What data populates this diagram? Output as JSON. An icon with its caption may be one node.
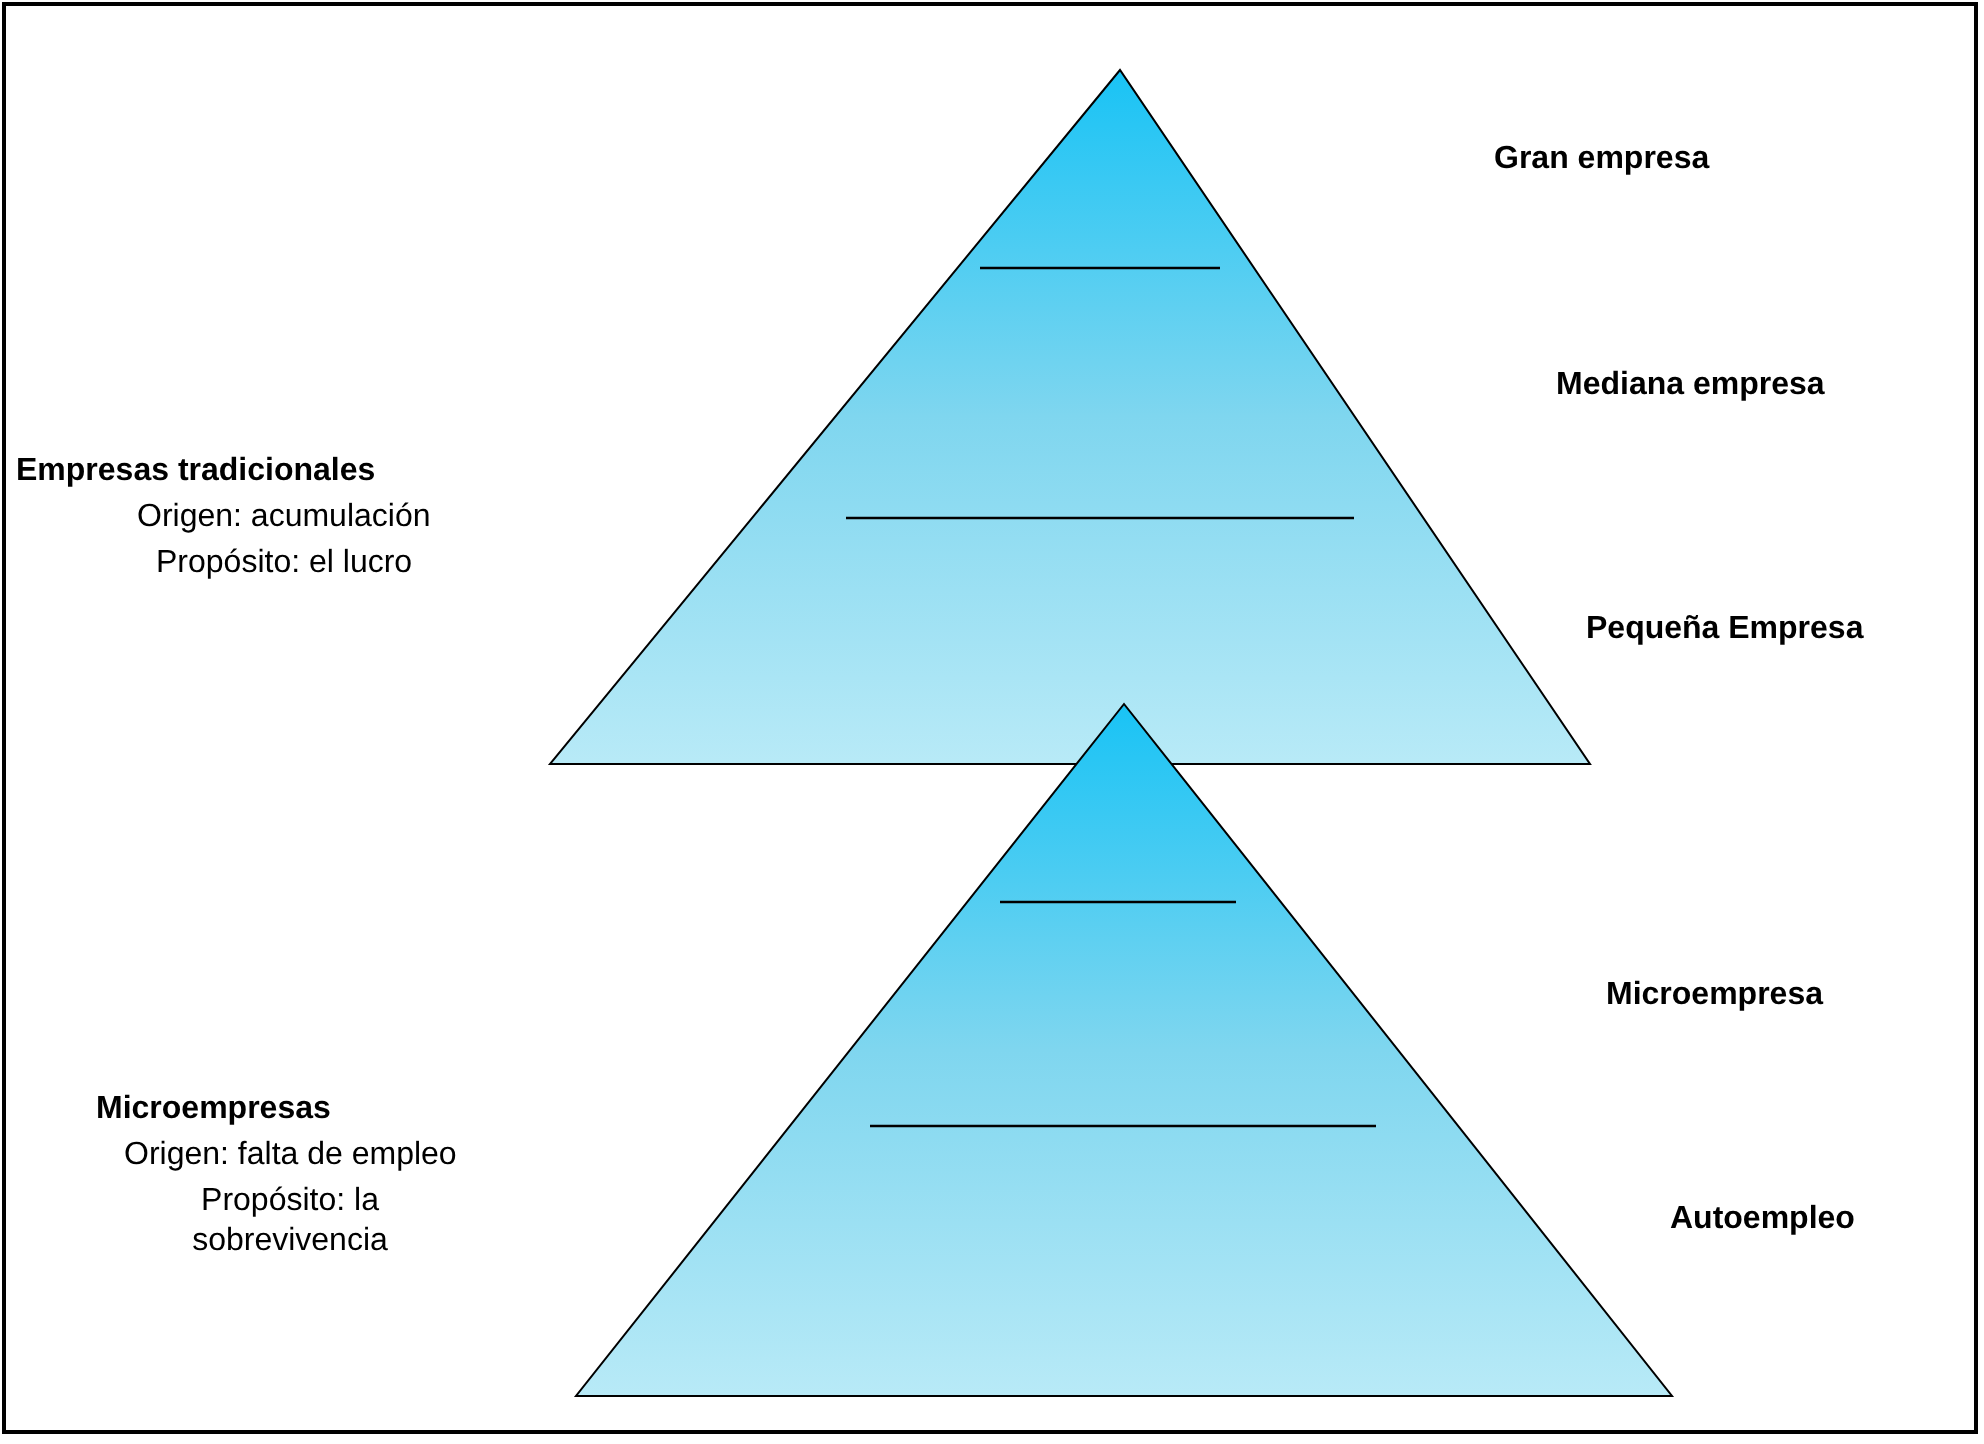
{
  "diagram": {
    "labels": [
      "Gran empresa",
      "Mediana empresa",
      "Empresas tradicionales",
      "Origen: acumulación",
      "Propósito: el lucro",
      "Pequeña Empresa",
      "Microempresa",
      "Microempresas",
      "Origen: falta de empleo",
      "Propósito: la sobrevivencia",
      "Autoempleo"
    ]
  }
}
